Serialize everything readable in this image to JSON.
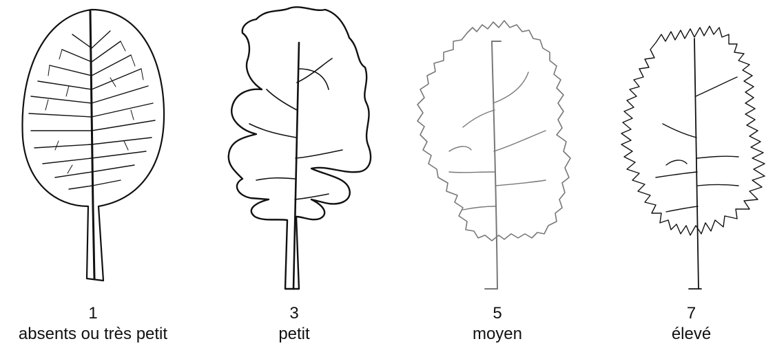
{
  "leaves": [
    {
      "score": "1",
      "description": "absents ou très petit"
    },
    {
      "score": "3",
      "description": "petit"
    },
    {
      "score": "5",
      "description": "moyen"
    },
    {
      "score": "7",
      "description": "élevé"
    }
  ],
  "colors": {
    "outline": "#111111",
    "outline_light": "#777777",
    "background": "#ffffff"
  }
}
